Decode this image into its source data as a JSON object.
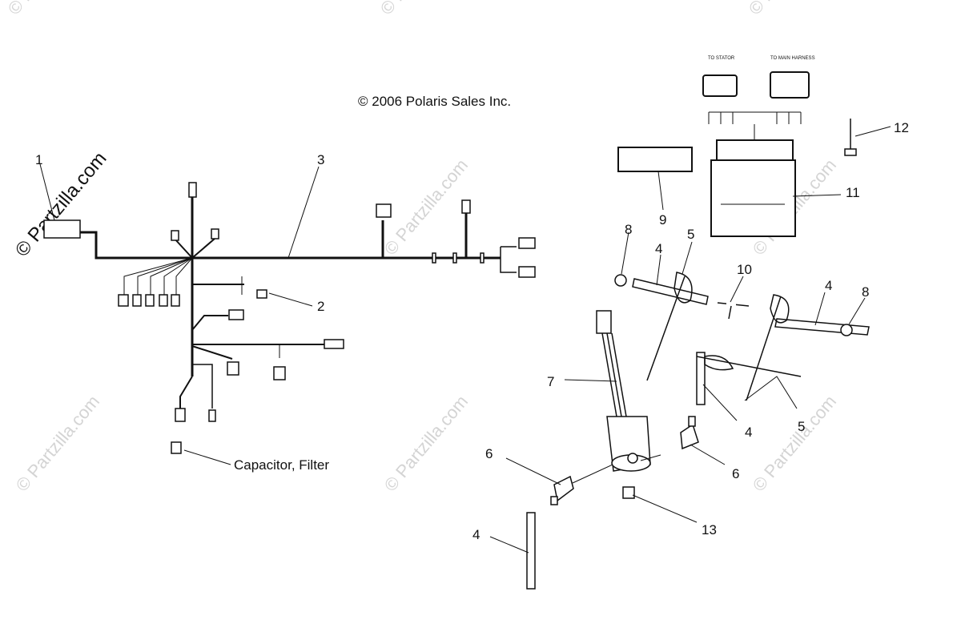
{
  "copyright": "© 2006 Polaris Sales Inc.",
  "watermark": "© Partzilla.com",
  "labels": {
    "p1": "1",
    "p2": "2",
    "p3": "3",
    "p4a": "4",
    "p4b": "4",
    "p4c": "4",
    "p4d": "4",
    "p5a": "5",
    "p5b": "5",
    "p6a": "6",
    "p6b": "6",
    "p7": "7",
    "p8a": "8",
    "p8b": "8",
    "p9": "9",
    "p10": "10",
    "p11": "11",
    "p12": "12",
    "p13": "13",
    "capacitor": "Capacitor, Filter"
  },
  "connectors": {
    "stator": "TO STATOR",
    "main": "TO MAIN HARNESS"
  },
  "colors": {
    "line": "#111111",
    "watermark": "#d4d4d4"
  }
}
